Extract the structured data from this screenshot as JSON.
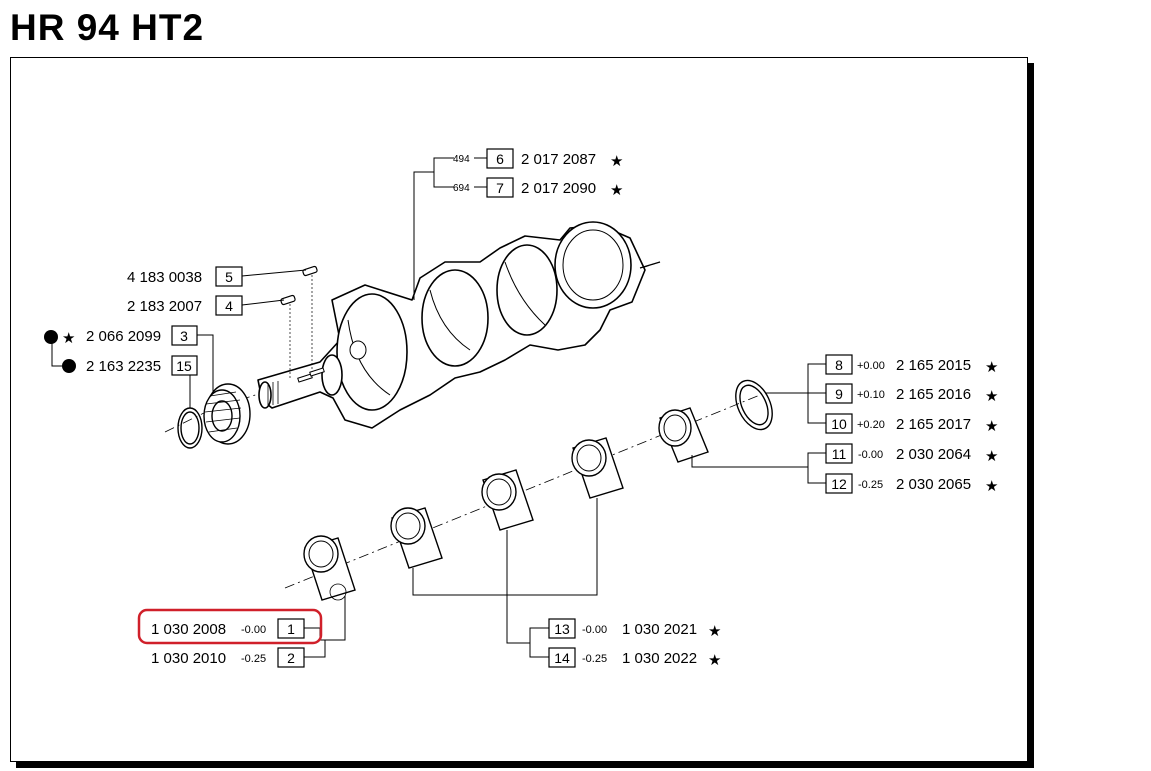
{
  "title": "HR 94 HT2",
  "colors": {
    "highlight": "#d0202a",
    "line": "#000000",
    "background": "#ffffff"
  },
  "symbols": {
    "star": "★",
    "dot": "●"
  },
  "parts": {
    "p1": {
      "index": "1",
      "part_number": "1 030 2008",
      "size": "-0.00"
    },
    "p2": {
      "index": "2",
      "part_number": "1 030 2010",
      "size": "-0.25"
    },
    "p3": {
      "index": "3",
      "part_number": "2 066 2099"
    },
    "p4": {
      "index": "4",
      "part_number": "2 183 2007"
    },
    "p5": {
      "index": "5",
      "part_number": "4 183 0038"
    },
    "p6": {
      "index": "6",
      "part_number": "2 017 2087",
      "ref": "494"
    },
    "p7": {
      "index": "7",
      "part_number": "2 017 2090",
      "ref": "694"
    },
    "p8": {
      "index": "8",
      "part_number": "2 165 2015",
      "size": "+0.00"
    },
    "p9": {
      "index": "9",
      "part_number": "2 165 2016",
      "size": "+0.10"
    },
    "p10": {
      "index": "10",
      "part_number": "2 165 2017",
      "size": "+0.20"
    },
    "p11": {
      "index": "11",
      "part_number": "2 030 2064",
      "size": "-0.00"
    },
    "p12": {
      "index": "12",
      "part_number": "2 030 2065",
      "size": "-0.25"
    },
    "p13": {
      "index": "13",
      "part_number": "1 030 2021",
      "size": "-0.00"
    },
    "p14": {
      "index": "14",
      "part_number": "1 030 2022",
      "size": "-0.25"
    },
    "p15": {
      "index": "15",
      "part_number": "2 163 2235"
    }
  }
}
